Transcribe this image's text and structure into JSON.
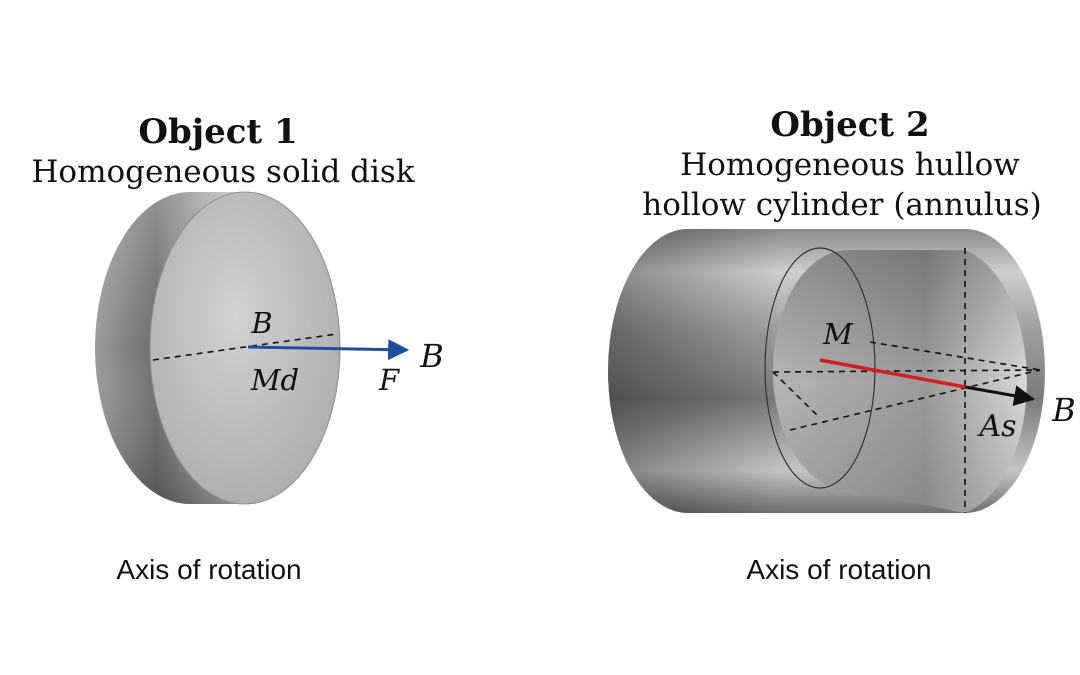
{
  "object1": {
    "title": "Object 1",
    "subtitle": "Homogeneous solid disk",
    "labels": {
      "top": "B",
      "bottom": "Md",
      "force": "F",
      "arrow_end": "B"
    },
    "axis_caption": "Axis of rotation",
    "arrow_color": "#1f4e9a"
  },
  "object2": {
    "title": "Object 2",
    "subtitle_line1": "Homogeneous hullow",
    "subtitle_line2": "hollow cylinder (annulus)",
    "labels": {
      "center": "M",
      "arrow_label": "As",
      "arrow_end": "B"
    },
    "axis_caption": "Axis of rotation",
    "radius_color": "#d11f1f",
    "arrow_color": "#111111"
  }
}
